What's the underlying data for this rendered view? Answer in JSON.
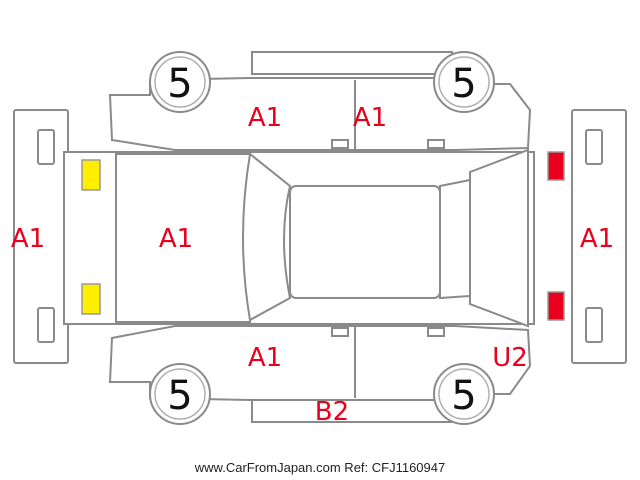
{
  "colors": {
    "outline": "#8a8a8a",
    "damage_label": "#e8001c",
    "front_lamp": "#ffee00",
    "rear_lamp": "#e8001c",
    "tire_text": "#111111"
  },
  "tires": {
    "front_left": "5",
    "rear_left": "5",
    "front_right": "5",
    "rear_right": "5"
  },
  "labels": {
    "front_bumper": "A1",
    "hood": "A1",
    "rear_bumper": "A1",
    "top_front_door": "A1",
    "top_rear_door": "A1",
    "bottom_front_door": "A1",
    "bottom_rear_quarter": "U2",
    "bottom_rocker": "B2"
  },
  "footer": "www.CarFromJapan.com Ref: CFJ1160947"
}
